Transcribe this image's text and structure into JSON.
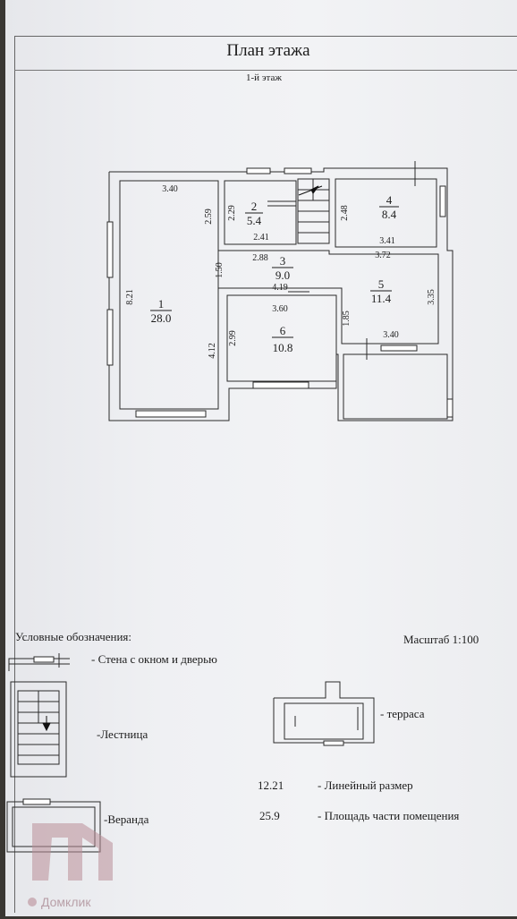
{
  "sheet": {
    "title": "План этажа",
    "floor": "1-й этаж"
  },
  "rooms": [
    {
      "number": "1",
      "area": "28.0"
    },
    {
      "number": "2",
      "area": "5.4"
    },
    {
      "number": "3",
      "area": "9.0"
    },
    {
      "number": "4",
      "area": "8.4"
    },
    {
      "number": "5",
      "area": "11.4"
    },
    {
      "number": "6",
      "area": "10.8"
    }
  ],
  "dimensions": {
    "d340a": "3.40",
    "d259": "2.59",
    "d229": "2.29",
    "d241": "2.41",
    "d288": "2.88",
    "d248": "2.48",
    "d341": "3.41",
    "d372": "3.72",
    "d150": "1.50",
    "d821": "8.21",
    "d419": "4.19",
    "d335": "3.35",
    "d360": "3.60",
    "d185": "1.85",
    "d299": "2.99",
    "d412": "4.12",
    "d340b": "3.40"
  },
  "legend": {
    "heading": "Условные обозначения:",
    "scale": "Масштаб 1:100",
    "wall": "- Стена с окном и дверью",
    "stairs": "-Лестница",
    "terrace": "- терраса",
    "veranda": "-Веранда",
    "linear_example": "12.21",
    "linear_label": "- Линейный размер",
    "area_example": "25.9",
    "area_label": "- Площадь части помещения"
  },
  "watermark": {
    "logo": "ДП",
    "brand": "Домклик"
  }
}
